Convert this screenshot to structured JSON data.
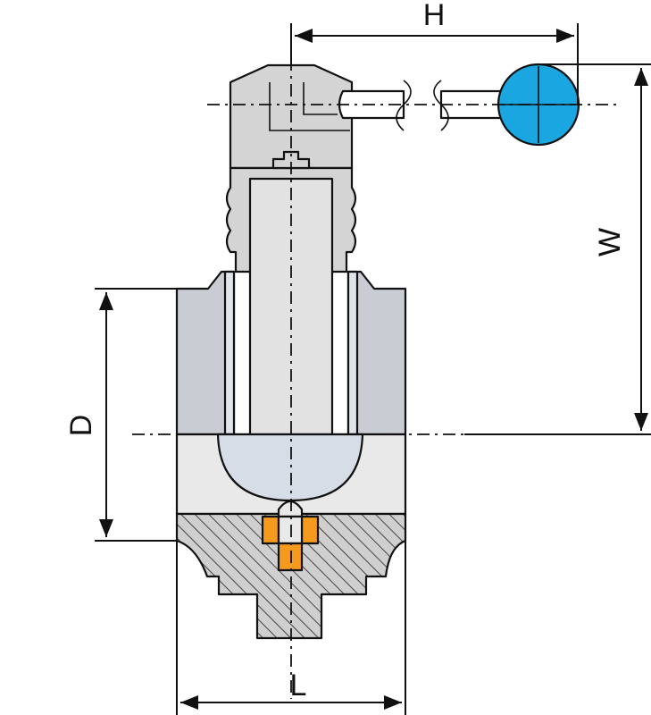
{
  "dimensions": {
    "h_label": "H",
    "w_label": "W",
    "d_label": "D",
    "l_label": "L"
  },
  "colors": {
    "body": "#c9cdd3",
    "head": "#d4d4d4",
    "bore": "#e9e9e9",
    "disc": "#d6dde6",
    "stem": "#e2e2e2",
    "handle_ball": "#1aa6e0",
    "insert": "#f59a1c",
    "outline": "#111111"
  }
}
